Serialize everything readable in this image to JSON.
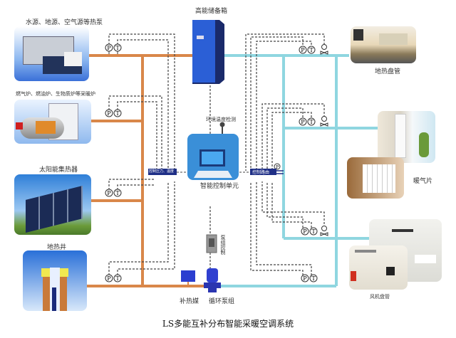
{
  "title": "LS多能互补分布智能采暖空调系统",
  "colors": {
    "hot_pipe": "#d9874a",
    "cold_pipe": "#8fd6e0",
    "control_line": "#444444",
    "device_blue": "#2b55c9",
    "tag_bg": "#1f2f86"
  },
  "sources": [
    {
      "label": "水源、地源、空气源等热泵",
      "icon": "heat-pump-icon"
    },
    {
      "label": "燃气炉、燃油炉、生物质炉等采暖炉",
      "icon": "boiler-icon"
    },
    {
      "label": "太阳能集热器",
      "icon": "solar-panel-icon"
    },
    {
      "label": "地热井",
      "icon": "geothermal-well-icon"
    }
  ],
  "center": {
    "storage_label": "高能储备箱",
    "env_sensor_label": "环境温度检测",
    "control_unit_label": "智能控制单元",
    "left_tag": "控制压力、温度",
    "right_tag": "控制路由",
    "pump_control_label": "泵组控制",
    "makeup_label": "补热媒",
    "pump_label": "循环泵组"
  },
  "gauges": {
    "pressure": "P",
    "temperature": "T"
  },
  "terminals": [
    {
      "label": "地热盘管",
      "icon": "floor-heating-icon"
    },
    {
      "label": "暖气片",
      "icon": "radiator-icon"
    },
    {
      "label": "风机盘管",
      "icon": "fan-coil-icon"
    }
  ]
}
